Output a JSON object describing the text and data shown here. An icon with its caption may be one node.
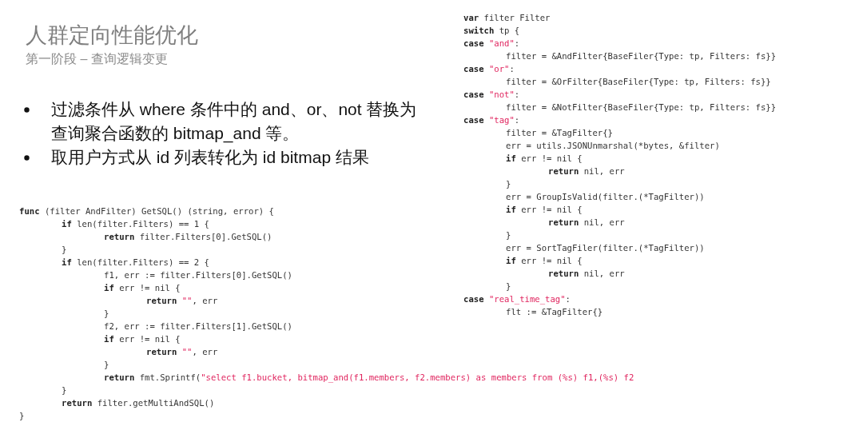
{
  "diagram": {
    "title": "人群定向性能优化",
    "caption": "第一阶段 – 查询逻辑变更",
    "labels": [
      "过滤条件从 where 条件中的 and、or、not 替换为查询聚合函数的 bitmap_and 等。",
      "取用户方式从 id 列表转化为 id bitmap 结果",
      "**var** filter Filter",
      "**switch** tp {",
      "**case** \"and\":",
      "filter = &AndFilter{BaseFiler{Type: tp, Filters: fs}}",
      "**case** \"or\":",
      "filter = &OrFilter{BaseFiler{Type: tp, Filters: fs}}",
      "**case** \"not\":",
      "filter = &NotFilter{BaseFiler{Type: tp, Filters: fs}}",
      "**case** \"tag\":",
      "filter = &TagFilter{}",
      "err = utils.JSONUnmarshal(*bytes, &filter)",
      "**if** err != nil {",
      "**return** nil, err",
      "}",
      "err = GroupIsValid(filter.(*TagFilter))",
      "**if** err != nil {",
      "**return** nil, err",
      "}",
      "err = SortTagFiler(filter.(*TagFilter))",
      "**if** err != nil {",
      "**return** nil, err",
      "}",
      "**case** \"real_time_tag\":",
      "flt := &TagFilter{}",
      "**func** (filter AndFilter) GetSQL() (string, error) {",
      "**if** len(filter.Filters) == 1 {",
      "**return** filter.Filters[0].GetSQL()",
      "}",
      "**if** len(filter.Filters) == 2 {",
      "f1, err := filter.Filters[0].GetSQL()",
      "**if** err != nil {",
      "**return** \"\", err",
      "}",
      "f2, err := filter.Filters[1].GetSQL()",
      "**if** err != nil {",
      "**return** \"\", err",
      "}",
      "**return** fmt.Sprintf(\"select f1.bucket, bitmap_and(f1.members, f2.members) as members from (%s) f1,(%s) f2",
      "}",
      "**return** filter.getMultiAndSQL()",
      "}"
    ]
  }
}
